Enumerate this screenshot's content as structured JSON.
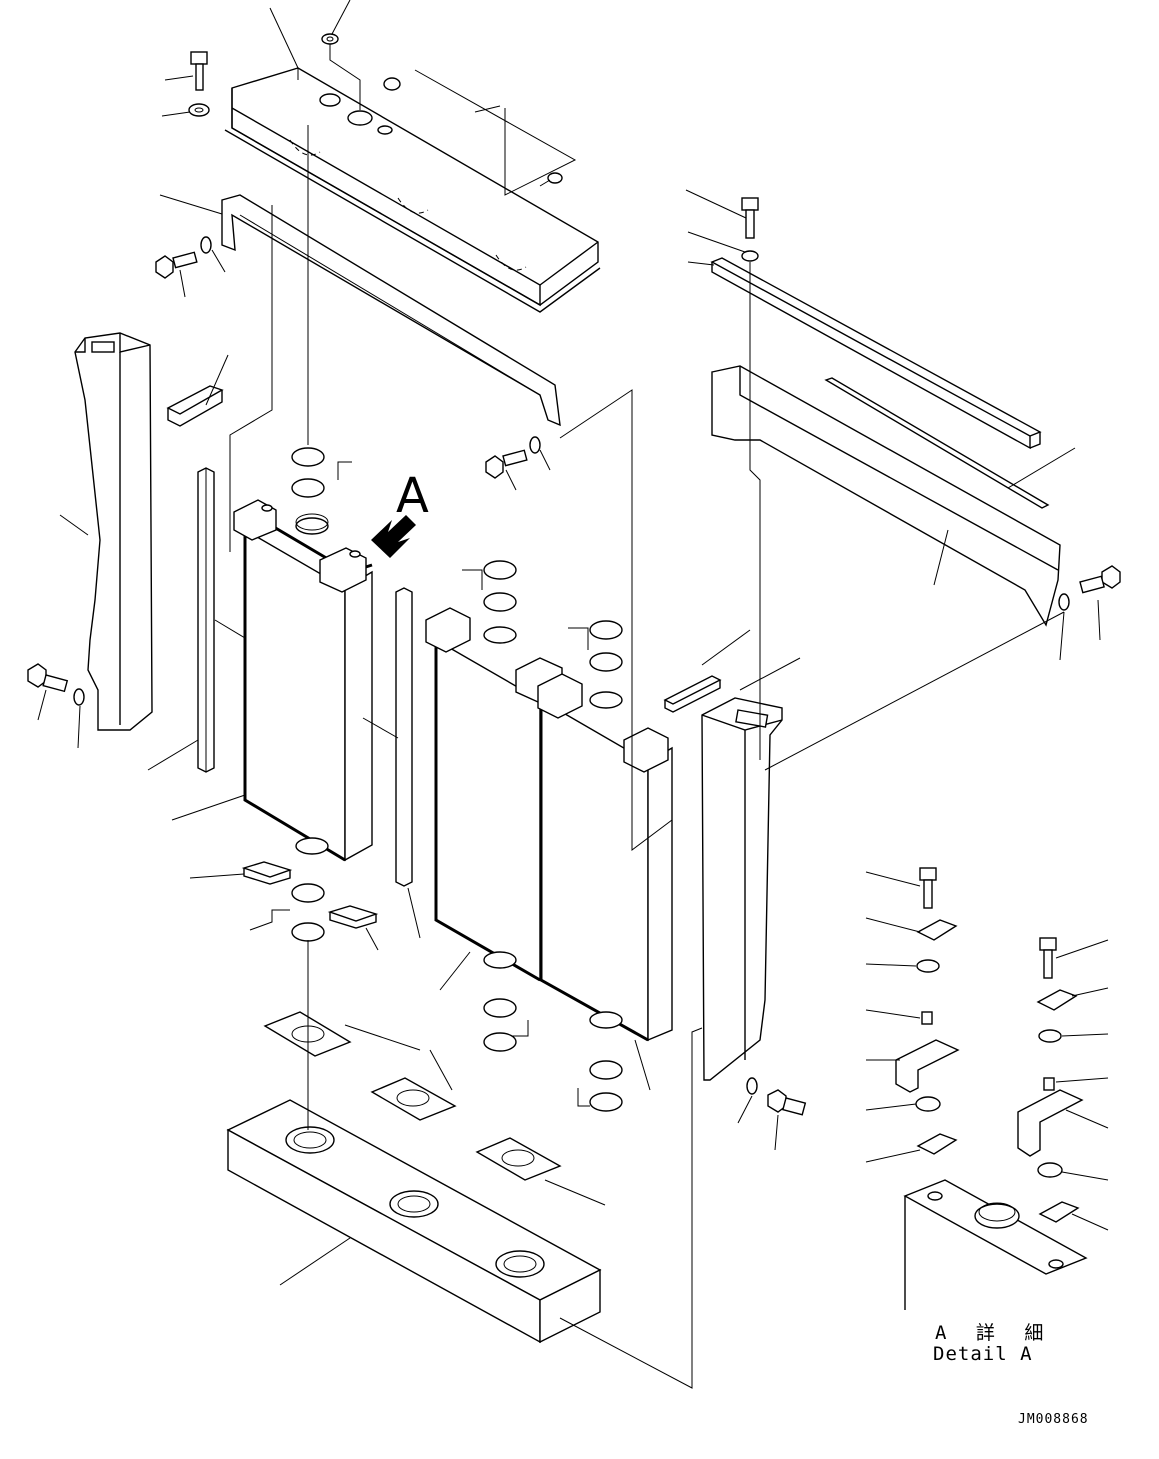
{
  "view_label": "A",
  "detail": {
    "title_ja": "A 詳 細",
    "title_en": "Detail A"
  },
  "drawing_number": "JM008868"
}
